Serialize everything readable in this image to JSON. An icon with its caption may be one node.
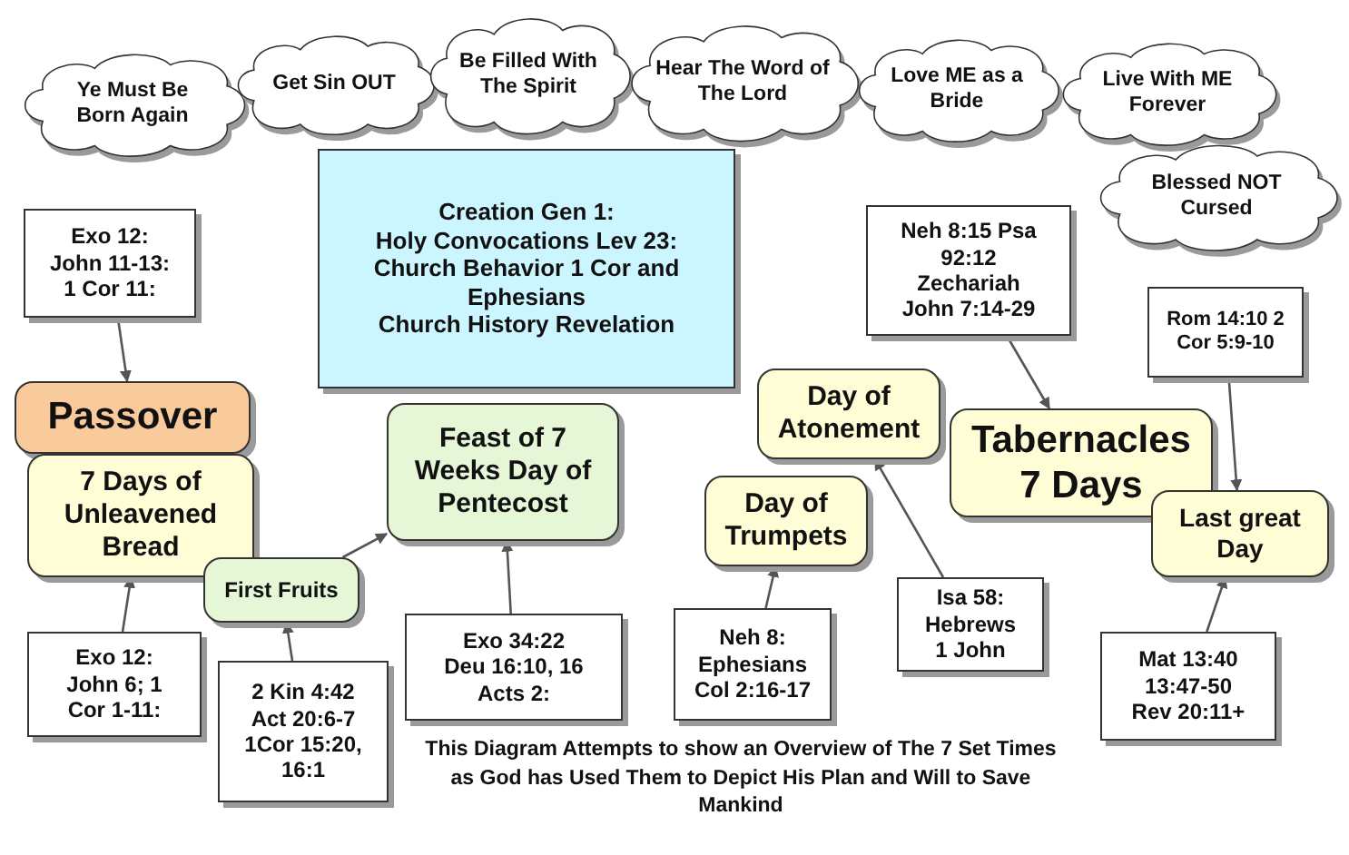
{
  "diagram": {
    "caption": "This Diagram Attempts to show an Overview of The 7 Set Times as God has Used Them to Depict His Plan and Will to Save Mankind",
    "nodes": [
      {
        "text": [
          "Ye Must Be Born Again"
        ]
      },
      {
        "text": [
          "Get Sin OUT"
        ]
      },
      {
        "text": [
          "Be Filled With The Spirit"
        ]
      },
      {
        "text": [
          "Hear The Word of The Lord"
        ]
      },
      {
        "text": [
          "Love ME as a Bride"
        ]
      },
      {
        "text": [
          "Live With ME Forever"
        ]
      },
      {
        "text": [
          "Blessed NOT Cursed"
        ]
      },
      {
        "text": [
          "Creation Gen 1:",
          "Holy Convocations Lev 23:",
          "Church Behavior 1 Cor and Ephesians",
          "Church History Revelation"
        ]
      },
      {
        "text": [
          "Exo 12: John 11-13: 1 Cor 11:"
        ]
      },
      {
        "text": [
          "Passover"
        ]
      },
      {
        "text": [
          "7 Days of Unleavened Bread"
        ]
      },
      {
        "text": [
          "First Fruits"
        ]
      },
      {
        "text": [
          "Feast of 7 **Weeks** Day of Pentecost"
        ]
      },
      {
        "text": [
          "Exo 12: John 6; 1 Cor 1-11:"
        ]
      },
      {
        "text": [
          "2 Kin 4:42 Act 20:6-7 1Cor 15:20, 16:1"
        ]
      },
      {
        "text": [
          "Exo 34:22 Deu 16:10, 16 Acts 2:"
        ]
      },
      {
        "text": [
          "Day of Trumpets"
        ]
      },
      {
        "text": [
          "Day of Atonement"
        ]
      },
      {
        "text": [
          "Neh 8: Ephesians Col 2:16-17"
        ]
      },
      {
        "text": [
          "Isa 58: Hebrews 1 John"
        ]
      },
      {
        "text": [
          "Neh 8:15 Psa 92:12 Zechariah John 7:14-29"
        ]
      },
      {
        "text": [
          "Tabernacles 7 Days"
        ]
      },
      {
        "text": [
          "Rom 14:10 2 Cor 5:9-10"
        ]
      },
      {
        "text": [
          "Last great Day"
        ]
      },
      {
        "text": [
          "Mat 13:40 13:47-50 Rev 20:11+"
        ]
      }
    ],
    "edges": [
      {
        "from": 8,
        "to": 9,
        "arrow": "to"
      },
      {
        "from": 13,
        "to": 10,
        "arrow": "to"
      },
      {
        "from": 14,
        "to": 11,
        "arrow": "to"
      },
      {
        "from": 11,
        "to": 12,
        "arrow": "to"
      },
      {
        "from": 15,
        "to": 12,
        "arrow": "to"
      },
      {
        "from": 18,
        "to": 16,
        "arrow": "to"
      },
      {
        "from": 19,
        "to": 17,
        "arrow": "to"
      },
      {
        "from": 20,
        "to": 21,
        "arrow": "to"
      },
      {
        "from": 22,
        "to": 23,
        "arrow": "to"
      },
      {
        "from": 24,
        "to": 23,
        "arrow": "to"
      }
    ]
  }
}
